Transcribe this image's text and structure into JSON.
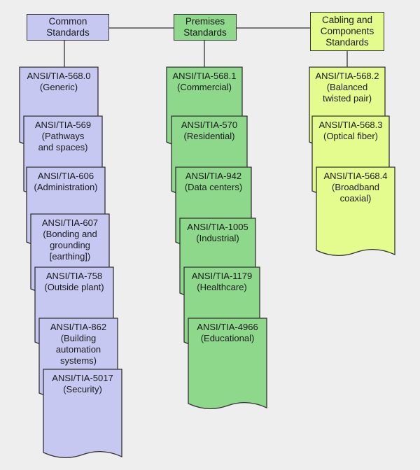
{
  "colors": {
    "common": "#c6c8f2",
    "premises": "#8ed88c",
    "cabling": "#e4fb8e",
    "border": "#333333",
    "background": "#eeeeef"
  },
  "categories": {
    "common": {
      "title": "Common\nStandards",
      "items": [
        "ANSI/TIA-568.0\n(Generic)",
        "ANSI/TIA-569\n(Pathways\nand spaces)",
        "ANSI/TIA-606\n(Administration)",
        "ANSI/TIA-607\n(Bonding and\ngrounding\n[earthing])",
        "ANSI/TIA-758\n(Outside plant)",
        "ANSI/TIA-862\n(Building\nautomation\nsystems)",
        "ANSI/TIA-5017\n(Security)"
      ]
    },
    "premises": {
      "title": "Premises\nStandards",
      "items": [
        "ANSI/TIA-568.1\n(Commercial)",
        "ANSI/TIA-570\n(Residential)",
        "ANSI/TIA-942\n(Data centers)",
        "ANSI/TIA-1005\n(Industrial)",
        "ANSI/TIA-1179\n(Healthcare)",
        "ANSI/TIA-4966\n(Educational)"
      ]
    },
    "cabling": {
      "title": "Cabling and\nComponents\nStandards",
      "items": [
        "ANSI/TIA-568.2\n(Balanced\ntwisted pair)",
        "ANSI/TIA-568.3\n(Optical fiber)",
        "ANSI/TIA-568.4\n(Broadband\ncoaxial)"
      ]
    }
  }
}
